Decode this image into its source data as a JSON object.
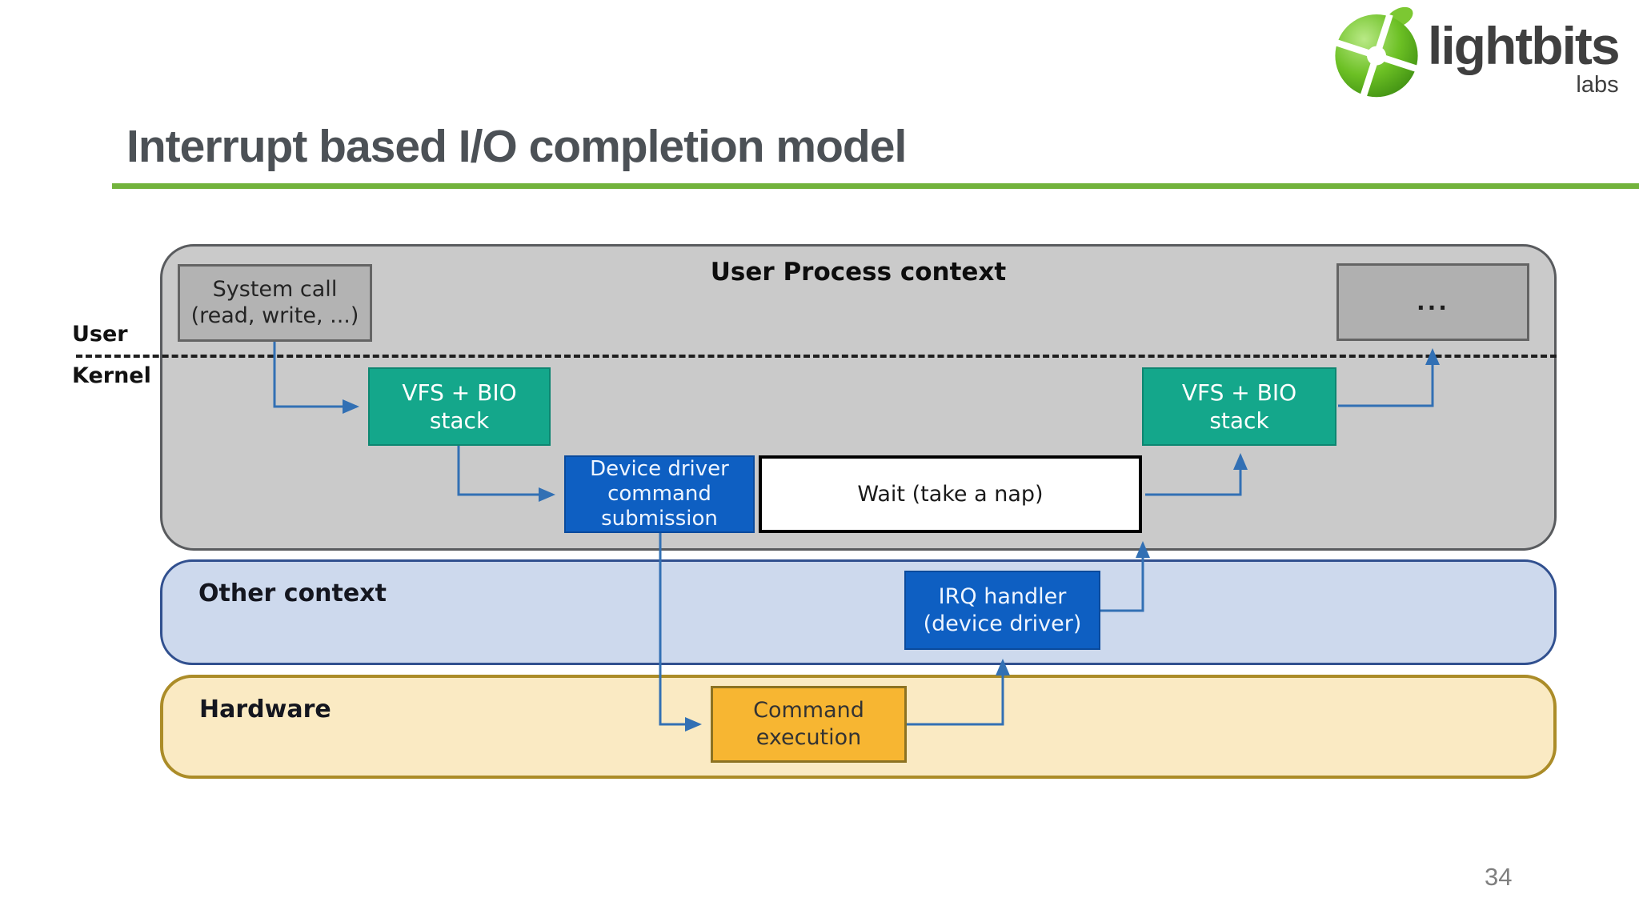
{
  "slide": {
    "title": "Interrupt based I/O completion model",
    "page_number": "34"
  },
  "logo": {
    "name": "lightbits",
    "sub": "labs"
  },
  "diagram": {
    "boundary": {
      "user": "User",
      "kernel": "Kernel"
    },
    "containers": {
      "user_process": {
        "label": "User Process context"
      },
      "other": {
        "label": "Other context"
      },
      "hardware": {
        "label": "Hardware"
      }
    },
    "nodes": {
      "system_call": {
        "text": "System call\n(read, write, ...)"
      },
      "ellipsis": {
        "text": "..."
      },
      "vfs_left": {
        "text": "VFS + BIO\nstack"
      },
      "vfs_right": {
        "text": "VFS + BIO\nstack"
      },
      "device_driver": {
        "text": "Device driver\ncommand\nsubmission"
      },
      "wait": {
        "text": "Wait (take a nap)"
      },
      "irq_handler": {
        "text": "IRQ handler\n(device driver)"
      },
      "command_execution": {
        "text": "Command\nexecution"
      }
    }
  },
  "colors": {
    "title_text": "#4c5156",
    "accent_green": "#72b33c",
    "band_user_fill": "#cacaca",
    "band_user_border": "#595b5e",
    "band_other_fill": "#cdd9ed",
    "band_other_border": "#31508f",
    "band_hw_fill": "#faeac3",
    "band_hw_border": "#ab8c28",
    "gray_node_fill": "#b3b3b3",
    "teal_node": "#14a78b",
    "blue_node": "#0e5fc2",
    "amber_node": "#f7b632",
    "arrow_blue": "#3270b4",
    "logo_green": "#6cc024"
  }
}
